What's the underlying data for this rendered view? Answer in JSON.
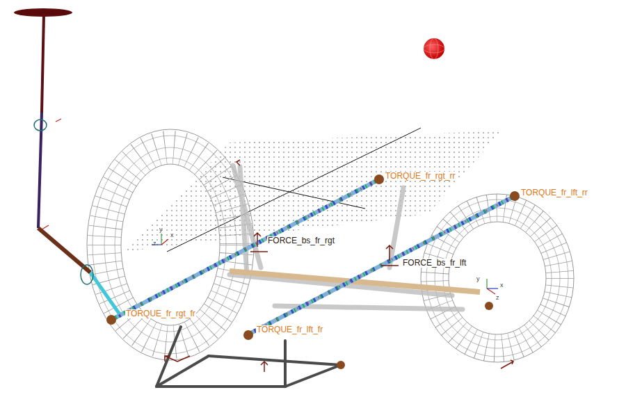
{
  "diagram": {
    "labels": [
      "TORQUE_fr_rgt_rr",
      "TORQUE_fr_lft_rr",
      "FORCE_bs_fr_rgt",
      "FORCE_bs_fr_lft",
      "TORQUE_fr_rgt_fr",
      "TORQUE_fr_lft_fr",
      "z",
      "y",
      "x",
      "y",
      "x",
      "z"
    ]
  }
}
